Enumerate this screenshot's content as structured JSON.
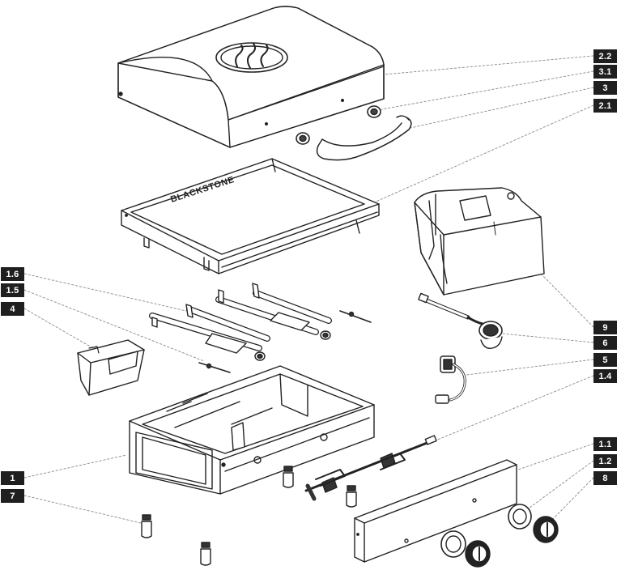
{
  "brand_text": "BLACKSTONE",
  "callouts": {
    "c_1_6": "1.6",
    "c_1_5": "1.5",
    "c_4": "4",
    "c_1": "1",
    "c_7": "7",
    "c_2_2": "2.2",
    "c_3_1": "3.1",
    "c_3": "3",
    "c_2_1": "2.1",
    "c_9": "9",
    "c_6": "6",
    "c_5": "5",
    "c_1_4": "1.4",
    "c_1_1": "1.1",
    "c_1_2": "1.2",
    "c_8": "8"
  }
}
